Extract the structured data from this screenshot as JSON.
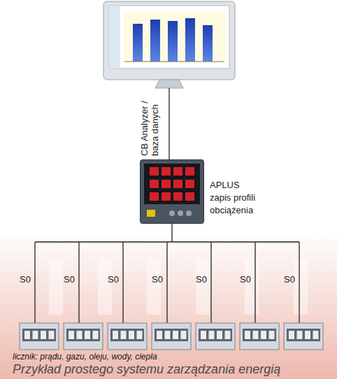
{
  "diagram": {
    "caption": "Przykład prostego systemu zarządzania energią",
    "nodes": [
      {
        "text": [
          "APLUS zapis profili obciążenia"
        ]
      }
    ],
    "labels": [
      "CB Analyzer / baza danych",
      "S0",
      "S0",
      "S0",
      "S0",
      "S0",
      "S0",
      "S0",
      "licznik: prądu, gazu, oleju, wody, ciepła"
    ]
  }
}
